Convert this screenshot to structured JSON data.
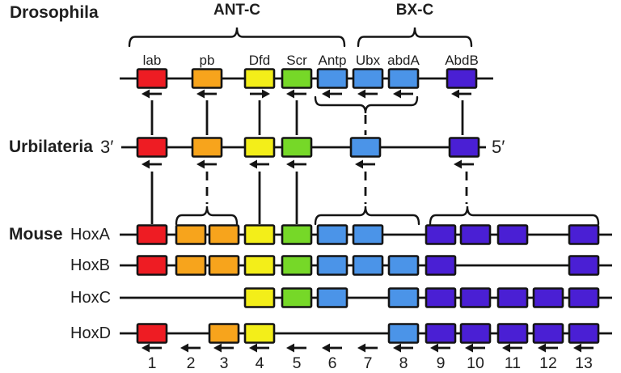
{
  "title_labels": {
    "drosophila": "Drosophila",
    "ant_c": "ANT-C",
    "bx_c": "BX-C",
    "urbilateria": "Urbilateria",
    "mouse": "Mouse",
    "three_prime": "3′",
    "five_prime": "5′"
  },
  "colors": {
    "red": "#ee1c23",
    "orange": "#f7a41c",
    "yellow": "#f3ee19",
    "green": "#76d828",
    "blue": "#4b94e8",
    "purple": "#4a1fd4",
    "stroke": "#141414",
    "text": "#1f1f1f"
  },
  "drosophila_genes": [
    {
      "name": "lab",
      "color": "red",
      "arrow": "left"
    },
    {
      "name": "pb",
      "color": "orange",
      "arrow": "left"
    },
    {
      "name": "Dfd",
      "color": "yellow",
      "arrow": "right"
    },
    {
      "name": "Scr",
      "color": "green",
      "arrow": "left"
    },
    {
      "name": "Antp",
      "color": "blue",
      "arrow": "left"
    },
    {
      "name": "Ubx",
      "color": "blue",
      "arrow": "left"
    },
    {
      "name": "abdA",
      "color": "blue",
      "arrow": "left"
    },
    {
      "name": "AbdB",
      "color": "purple",
      "arrow": "left"
    }
  ],
  "urbilateria_genes": [
    {
      "color": "red",
      "arrow": "left"
    },
    {
      "color": "orange",
      "arrow": "left"
    },
    {
      "color": "yellow",
      "arrow": "left"
    },
    {
      "color": "green",
      "arrow": "left"
    },
    {
      "color": "blue",
      "arrow": "left"
    },
    {
      "color": "purple",
      "arrow": "left"
    }
  ],
  "mouse_clusters": [
    {
      "label": "HoxA",
      "paralogs": [
        1,
        2,
        3,
        4,
        5,
        6,
        7,
        9,
        10,
        11,
        13
      ]
    },
    {
      "label": "HoxB",
      "paralogs": [
        1,
        2,
        3,
        4,
        5,
        6,
        7,
        8,
        9,
        13
      ]
    },
    {
      "label": "HoxC",
      "paralogs": [
        4,
        5,
        6,
        8,
        9,
        10,
        11,
        12,
        13
      ]
    },
    {
      "label": "HoxD",
      "paralogs": [
        1,
        3,
        4,
        8,
        9,
        10,
        11,
        12,
        13
      ]
    }
  ],
  "paralog_column_colors": [
    "red",
    "orange",
    "orange",
    "yellow",
    "green",
    "blue",
    "blue",
    "blue",
    "purple",
    "purple",
    "purple",
    "purple",
    "purple"
  ],
  "paralog_numbers": [
    "1",
    "2",
    "3",
    "4",
    "5",
    "6",
    "7",
    "8",
    "9",
    "10",
    "11",
    "12",
    "13"
  ],
  "bottom_arrows_direction": "left"
}
